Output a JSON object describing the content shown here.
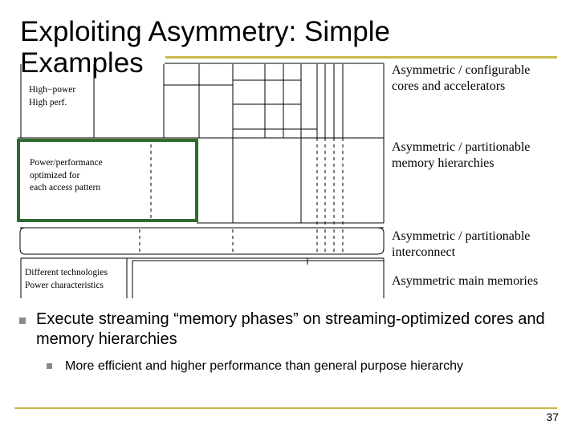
{
  "slide": {
    "title": "Exploiting Asymmetry: Simple Examples",
    "page_number": "37",
    "accent_color": "#c9b84c",
    "highlight_color": "#2e6b2e"
  },
  "diagram": {
    "right_labels": {
      "cores": "Asymmetric / configurable cores and accelerators",
      "memory_hierarchies": "Asymmetric / partitionable memory hierarchies",
      "interconnect": "Asymmetric / partitionable interconnect",
      "main_memories": "Asymmetric main memories"
    },
    "core_label": {
      "line1": "High−power",
      "line2": "High perf."
    },
    "cache_label": {
      "line1": "Power/performance",
      "line2": "optimized for",
      "line3": "each access pattern"
    },
    "memory_label": {
      "line1": "Different technologies",
      "line2": "Power characteristics"
    }
  },
  "bullets": [
    {
      "text": "Execute streaming “memory phases” on streaming-optimized cores and memory hierarchies",
      "sub": [
        {
          "text": "More efficient and higher performance than general purpose hierarchy"
        }
      ]
    }
  ]
}
